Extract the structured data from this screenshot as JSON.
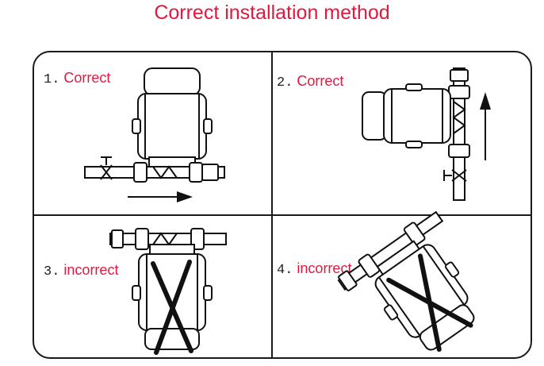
{
  "title": "Correct installation method",
  "panels": [
    {
      "number": "1.",
      "label": "Correct"
    },
    {
      "number": "2.",
      "label": "Correct"
    },
    {
      "number": "3.",
      "label": "incorrect"
    },
    {
      "number": "4.",
      "label": "incorrect"
    }
  ],
  "colors": {
    "accent": "#e0193f",
    "line": "#111111"
  },
  "icons": [
    "pump-icon",
    "pipe-icon",
    "valve-icon",
    "flow-arrow-icon",
    "cross-mark-icon"
  ]
}
